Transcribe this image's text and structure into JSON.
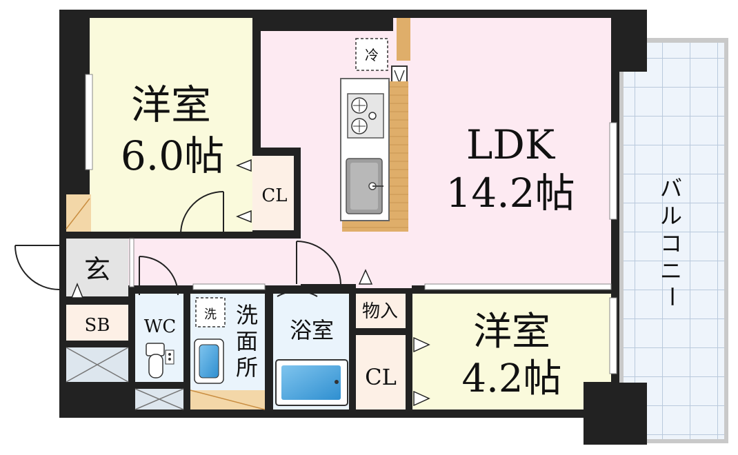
{
  "rooms": {
    "western_large": {
      "name": "洋室",
      "size": "6.0帖"
    },
    "ldk": {
      "name": "LDK",
      "size": "14.2帖"
    },
    "western_small": {
      "name": "洋室",
      "size": "4.2帖"
    },
    "closet_upper": {
      "name": "CL"
    },
    "closet_lower": {
      "name": "CL"
    },
    "entrance": {
      "name": "玄"
    },
    "shoe_box": {
      "name": "SB"
    },
    "toilet": {
      "name": "WC"
    },
    "washroom": {
      "name_lines": [
        "洗",
        "面",
        "所"
      ]
    },
    "bathroom": {
      "name": "浴室"
    },
    "storage": {
      "name": "物入"
    },
    "balcony": {
      "name_chars": [
        "バ",
        "ル",
        "コ",
        "ニ",
        "ー"
      ]
    }
  },
  "fixtures": {
    "fridge": "冷",
    "washer": "洗"
  },
  "colors": {
    "wall": "#222222",
    "western_room": "#fafadc",
    "ldk": "#fdeaf2",
    "wet_area": "#eaf4fc",
    "closet": "#fdf0e6",
    "balcony": "#e8f0fa",
    "grey_floor": "#e4e4e4",
    "wood_counter": "#d8a45a"
  }
}
